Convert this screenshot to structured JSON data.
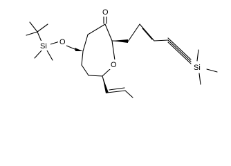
{
  "diagram": {
    "labels": {
      "carbonyl_oxygen": "O",
      "ring_oxygen": "O",
      "ether_oxygen": "O",
      "silicon_tbs": "Si",
      "silicon_tms": "Si"
    }
  }
}
